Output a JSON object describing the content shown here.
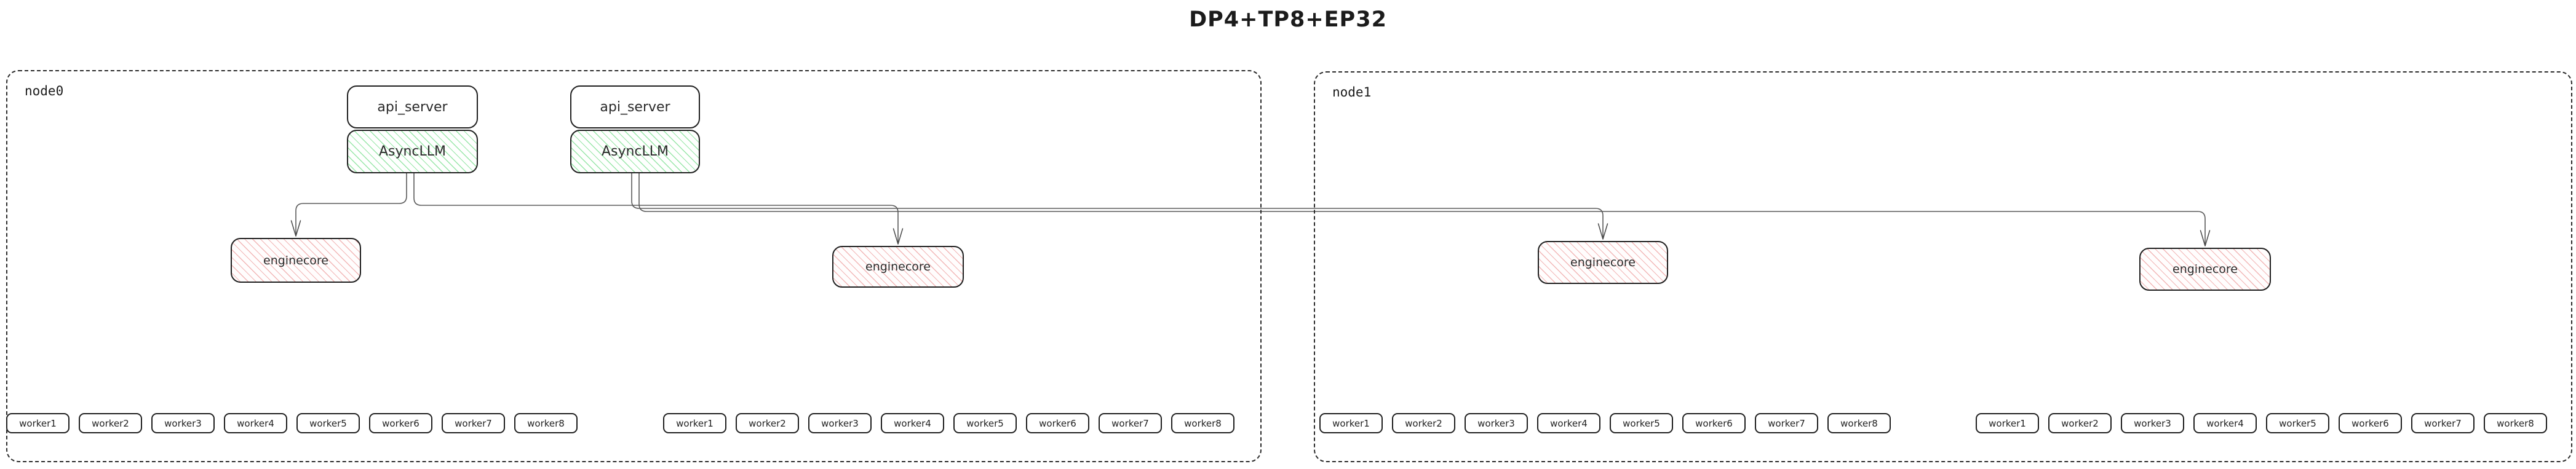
{
  "title": "DP4+TP8+EP32",
  "colors": {
    "border": "#1f1f1f",
    "connector": "#5a5a5a",
    "async_hatch": "#98e6a8",
    "engine_hatch": "#f2b6b6"
  },
  "nodes": [
    {
      "label": "node0",
      "api_servers": [
        {
          "api_label": "api_server",
          "llm_label": "AsyncLLM"
        },
        {
          "api_label": "api_server",
          "llm_label": "AsyncLLM"
        }
      ],
      "enginecores": [
        "enginecore",
        "enginecore"
      ],
      "worker_groups": [
        [
          "worker1",
          "worker2",
          "worker3",
          "worker4",
          "worker5",
          "worker6",
          "worker7",
          "worker8"
        ],
        [
          "worker1",
          "worker2",
          "worker3",
          "worker4",
          "worker5",
          "worker6",
          "worker7",
          "worker8"
        ]
      ]
    },
    {
      "label": "node1",
      "api_servers": [],
      "enginecores": [
        "enginecore",
        "enginecore"
      ],
      "worker_groups": [
        [
          "worker1",
          "worker2",
          "worker3",
          "worker4",
          "worker5",
          "worker6",
          "worker7",
          "worker8"
        ],
        [
          "worker1",
          "worker2",
          "worker3",
          "worker4",
          "worker5",
          "worker6",
          "worker7",
          "worker8"
        ]
      ]
    }
  ]
}
